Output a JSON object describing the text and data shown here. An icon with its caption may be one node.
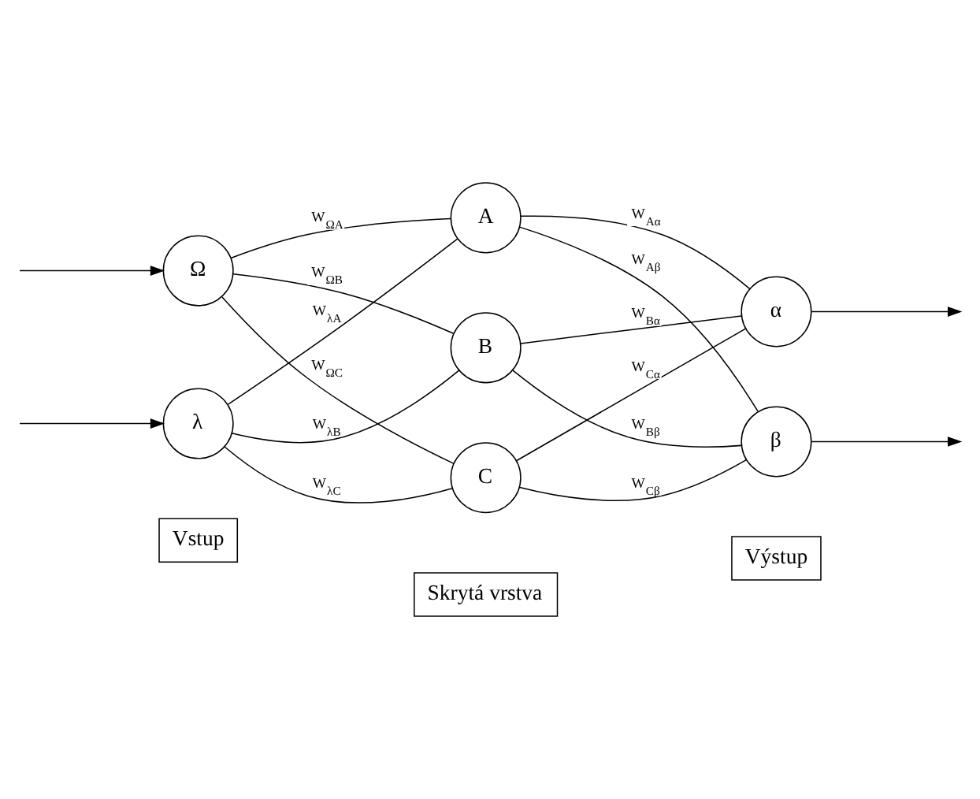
{
  "diagram": {
    "nodes": [
      {
        "text": [
          "Ω"
        ]
      },
      {
        "text": [
          "λ"
        ]
      },
      {
        "text": [
          "A"
        ]
      },
      {
        "text": [
          "B"
        ]
      },
      {
        "text": [
          "C"
        ]
      },
      {
        "text": [
          "α"
        ]
      },
      {
        "text": [
          "β"
        ]
      },
      {
        "text": [
          "Vstup"
        ]
      },
      {
        "text": [
          "Skrytá vrstva"
        ]
      },
      {
        "text": [
          "Výstup"
        ]
      }
    ],
    "edges": [
      {
        "from": null,
        "to": 0,
        "arrow": "to"
      },
      {
        "from": null,
        "to": 1,
        "arrow": "to"
      },
      {
        "from": 0,
        "to": 2,
        "arrow": "none",
        "label": "W$_{ΩA}$"
      },
      {
        "from": 0,
        "to": 3,
        "arrow": "none",
        "label": "W$_{ΩB}$"
      },
      {
        "from": 0,
        "to": 4,
        "arrow": "none",
        "label": "W$_{ΩC}$"
      },
      {
        "from": 1,
        "to": 2,
        "arrow": "none",
        "label": "W$_{λA}$"
      },
      {
        "from": 1,
        "to": 3,
        "arrow": "none",
        "label": "W$_{λB}$"
      },
      {
        "from": 1,
        "to": 4,
        "arrow": "none",
        "label": "W$_{λC}$"
      },
      {
        "from": 2,
        "to": 5,
        "arrow": "none",
        "label": "W$_{Aα}$"
      },
      {
        "from": 2,
        "to": 6,
        "arrow": "none",
        "label": "W$_{Aβ}$"
      },
      {
        "from": 3,
        "to": 5,
        "arrow": "none",
        "label": "W$_{Bα}$"
      },
      {
        "from": 3,
        "to": 6,
        "arrow": "none",
        "label": "W$_{Bβ}$"
      },
      {
        "from": 4,
        "to": 5,
        "arrow": "none",
        "label": "W$_{Cα}$"
      },
      {
        "from": 4,
        "to": 6,
        "arrow": "none",
        "label": "W$_{Cβ}$"
      },
      {
        "from": 5,
        "to": null,
        "arrow": "to"
      },
      {
        "from": 6,
        "to": null,
        "arrow": "to"
      }
    ]
  }
}
